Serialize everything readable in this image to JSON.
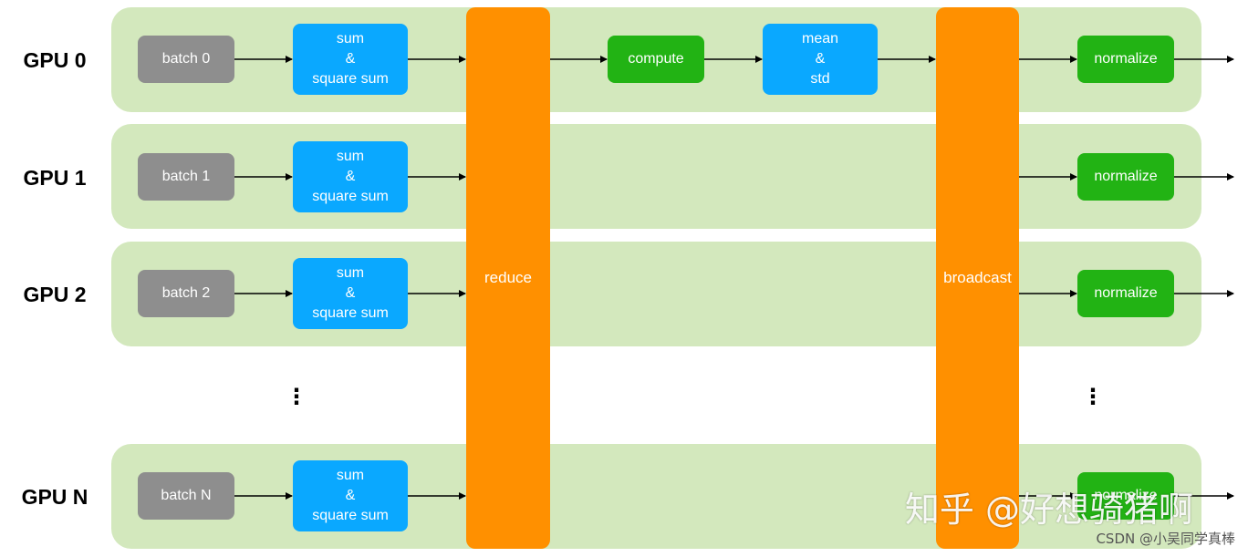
{
  "gpus": [
    {
      "label": "GPU 0",
      "batch": "batch 0",
      "sum": "sum\n&\nsquare sum",
      "normalize": "normalize"
    },
    {
      "label": "GPU 1",
      "batch": "batch 1",
      "sum": "sum\n&\nsquare sum",
      "normalize": "normalize"
    },
    {
      "label": "GPU 2",
      "batch": "batch 2",
      "sum": "sum\n&\nsquare sum",
      "normalize": "normalize"
    },
    {
      "label": "GPU N",
      "batch": "batch N",
      "sum": "sum\n&\nsquare sum",
      "normalize": "normalize"
    }
  ],
  "reduce": "reduce",
  "compute": "compute",
  "mean_std": "mean\n&\nstd",
  "broadcast": "broadcast",
  "ellipsis": "⋮",
  "watermark": {
    "main": "知乎 @好想骑猪啊",
    "small": "CSDN @小吴同学真棒"
  },
  "colors": {
    "lane": "#d3e8bd",
    "batch": "#8e8e8e",
    "sum": "#0aa8ff",
    "normalize": "#22b314",
    "column": "#ff9000"
  }
}
